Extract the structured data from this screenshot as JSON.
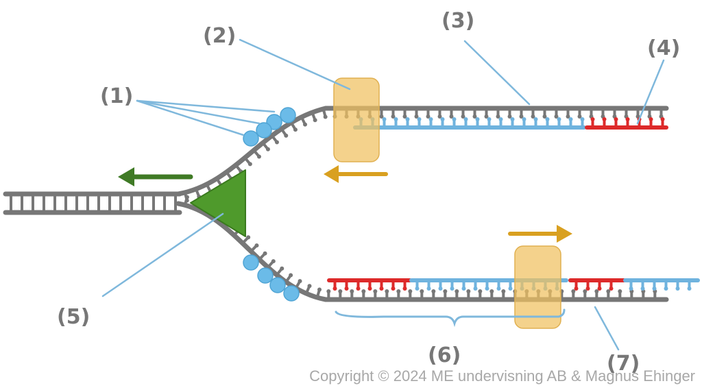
{
  "labels": {
    "l1": "(1)",
    "l2": "(2)",
    "l3": "(3)",
    "l4": "(4)",
    "l5": "(5)",
    "l6": "(6)",
    "l7": "(7)"
  },
  "copyright": "Copyright © 2024 ME undervisning AB & Magnus Ehinger",
  "colors": {
    "dna": "#777777",
    "new_dna": "#6fb3de",
    "primer": "#dd2a2a",
    "helicase": "#4f9a2c",
    "polymerase": "#f0c060",
    "arrow_green": "#3f7a25",
    "arrow_orange": "#d9a020",
    "leader": "#7fb8dc",
    "ssb": "#6bbbe8"
  }
}
